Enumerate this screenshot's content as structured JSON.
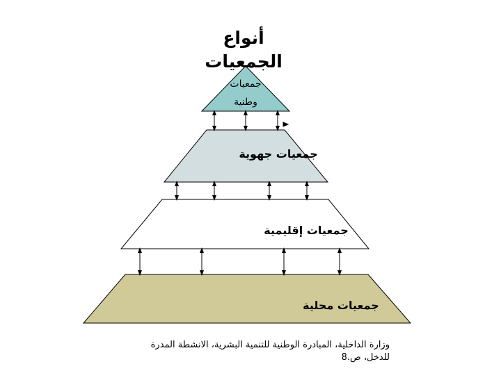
{
  "title": "أنواع الجمعيات",
  "levels": [
    {
      "label": "جمعيات وطنية",
      "color": "#94cccc"
    },
    {
      "label": "جمعيات جهوية",
      "color": "#d2dee0"
    },
    {
      "label": "جمعيات إقليمية",
      "color": "#ffffff"
    },
    {
      "label": "جمعيات محلية",
      "color": "#cfca98"
    }
  ],
  "source": "وزارة الداخلية، المبادرة الوطنية للتنمية البشرية، الانشطة المدرة للدخل، ص.8"
}
